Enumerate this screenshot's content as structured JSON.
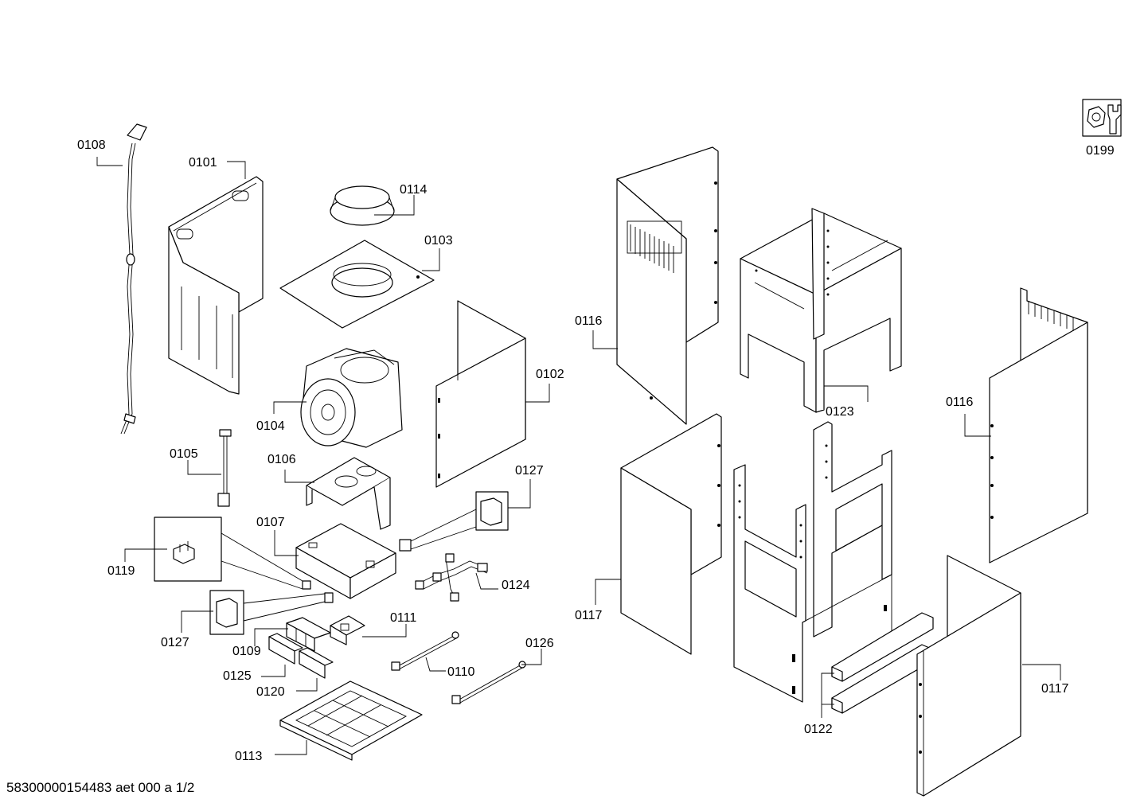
{
  "document_id": "58300000154483 aet 000 a 1/2",
  "labels": {
    "p0101": "0101",
    "p0102": "0102",
    "p0103": "0103",
    "p0104": "0104",
    "p0105": "0105",
    "p0106": "0106",
    "p0107": "0107",
    "p0108": "0108",
    "p0109": "0109",
    "p0110": "0110",
    "p0111": "0111",
    "p0113": "0113",
    "p0114": "0114",
    "p0116a": "0116",
    "p0116b": "0116",
    "p0117a": "0117",
    "p0117b": "0117",
    "p0119": "0119",
    "p0120": "0120",
    "p0122": "0122",
    "p0123": "0123",
    "p0124": "0124",
    "p0125": "0125",
    "p0126": "0126",
    "p0127a": "0127",
    "p0127b": "0127",
    "p0199": "0199"
  },
  "icons": {
    "tool_symbol": "nut-and-wrench-icon"
  },
  "colors": {
    "line": "#000000",
    "background": "#ffffff"
  }
}
